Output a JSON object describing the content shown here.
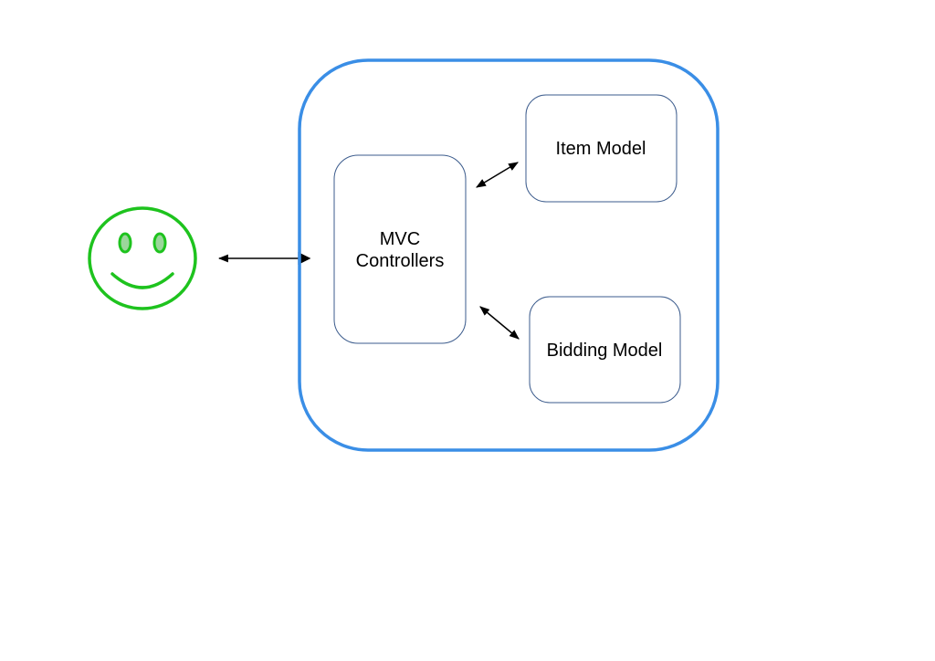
{
  "diagram": {
    "user": {
      "icon": "smiley-face-icon",
      "color": "#1ec31e"
    },
    "container": {
      "border_color": "#3a8ee6"
    },
    "nodes": {
      "controllers": {
        "line1": "MVC",
        "line2": "Controllers"
      },
      "item_model": {
        "label": "Item Model"
      },
      "bidding_model": {
        "label": "Bidding Model"
      }
    },
    "node_border_color": "#3b5b8c",
    "arrow_color": "#000000"
  }
}
